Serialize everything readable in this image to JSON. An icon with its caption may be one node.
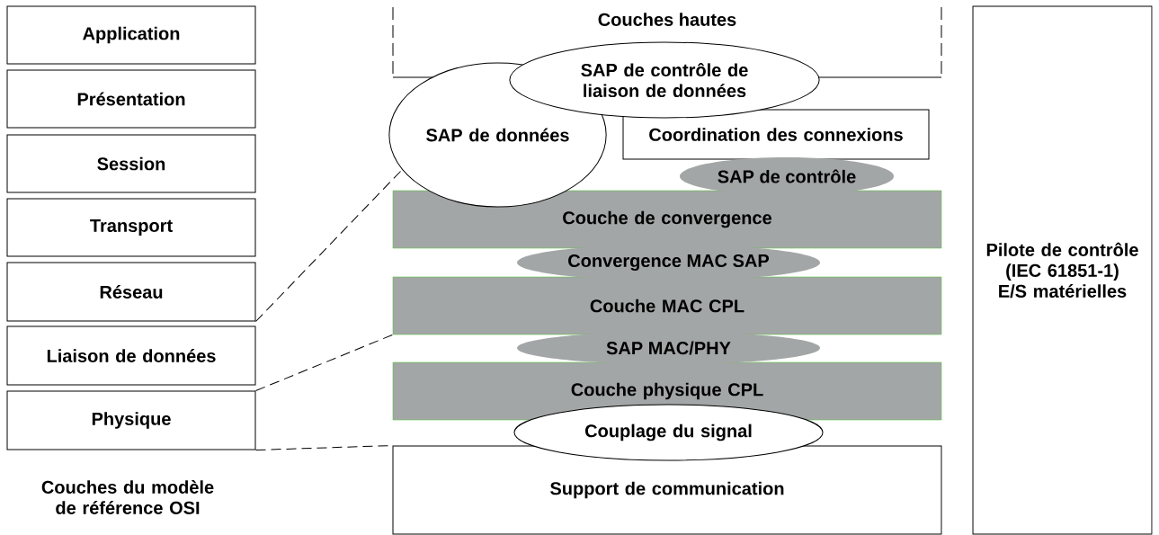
{
  "diagram": {
    "nodes": [
      {
        "text": [
          "Application"
        ]
      },
      {
        "text": [
          "Présentation"
        ]
      },
      {
        "text": [
          "Session"
        ]
      },
      {
        "text": [
          "Transport"
        ]
      },
      {
        "text": [
          "Réseau"
        ]
      },
      {
        "text": [
          "Liaison de données"
        ]
      },
      {
        "text": [
          "Physique"
        ]
      },
      {
        "text": [
          "Couches hautes"
        ]
      },
      {
        "text": [
          "SAP de contrôle de liaison de données"
        ]
      },
      {
        "text": [
          "SAP de données"
        ]
      },
      {
        "text": [
          "Coordination des connexions"
        ]
      },
      {
        "text": [
          "SAP de contrôle"
        ]
      },
      {
        "text": [
          "Couche de convergence"
        ]
      },
      {
        "text": [
          "Convergence MAC SAP"
        ]
      },
      {
        "text": [
          "Couche MAC CPL"
        ]
      },
      {
        "text": [
          "SAP MAC/PHY"
        ]
      },
      {
        "text": [
          "Couche physique CPL"
        ]
      },
      {
        "text": [
          "Couplage du signal"
        ]
      },
      {
        "text": [
          "Support de communication"
        ]
      },
      {
        "text": [
          "Pilote de contrôle (IEC 61851-1) E/S matérielles"
        ]
      }
    ],
    "edges": [
      {
        "from": 4,
        "to": 9,
        "arrow": "none",
        "style": "dashed"
      },
      {
        "from": 6,
        "to": 14,
        "arrow": "none",
        "style": "dashed"
      },
      {
        "from": 6,
        "to": 18,
        "arrow": "none",
        "style": "dashed"
      }
    ],
    "labels": [
      "Couches du modèle de référence OSI"
    ]
  }
}
